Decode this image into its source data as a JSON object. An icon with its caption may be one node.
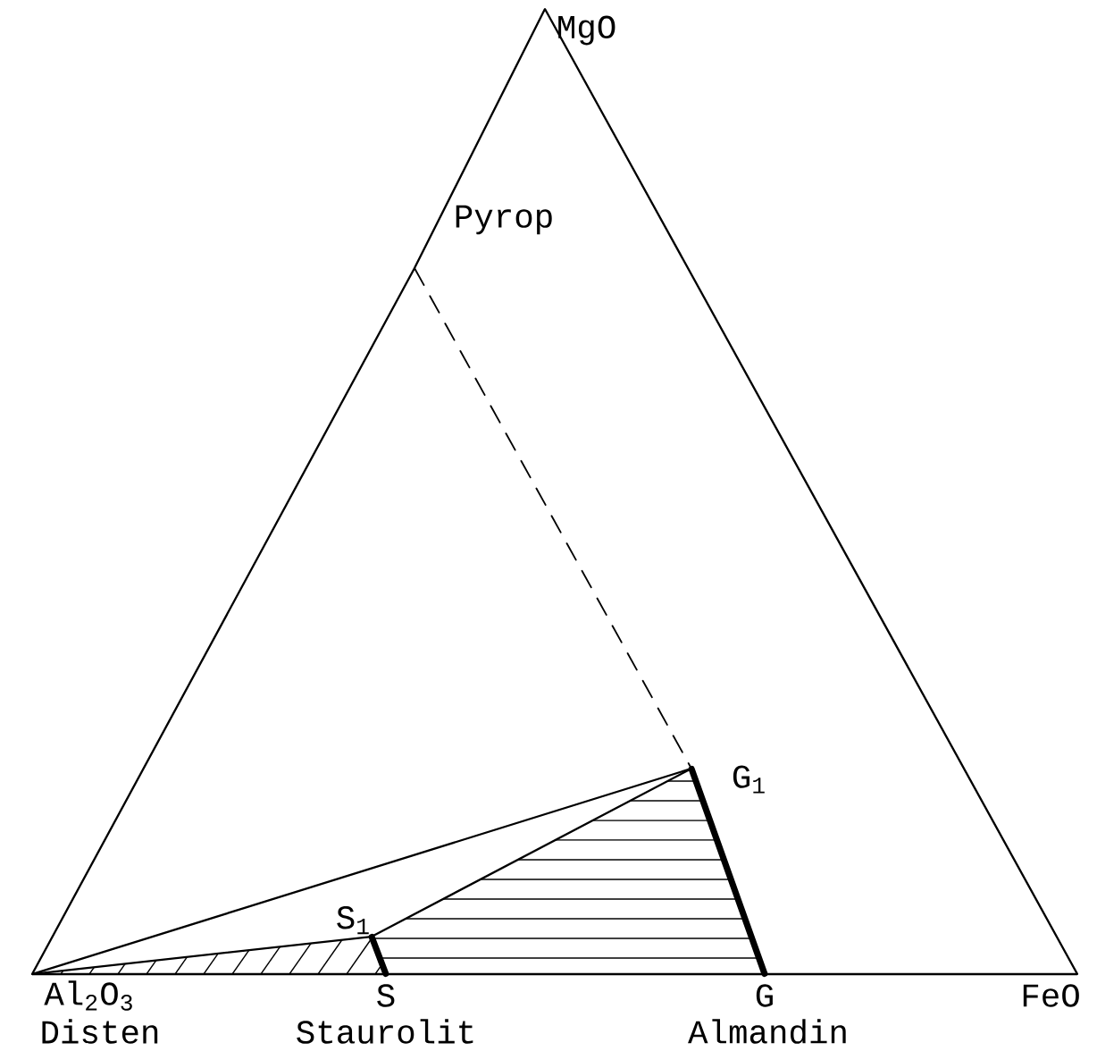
{
  "diagram": {
    "nodes": [
      {
        "text": [
          "MgO"
        ]
      },
      {
        "text": [
          "Pyrop"
        ]
      },
      {
        "text": [
          "G$_{1}$"
        ]
      },
      {
        "text": [
          "S$_{1}$"
        ]
      },
      {
        "text": [
          "Al$_{2}$O$_{3}$",
          "Disten"
        ]
      },
      {
        "text": [
          "S",
          "Staurolit"
        ]
      },
      {
        "text": [
          "G",
          "Almandin"
        ]
      },
      {
        "text": [
          "FeO"
        ]
      }
    ],
    "edges": [
      {
        "from": 4,
        "to": 1,
        "arrow": "none"
      },
      {
        "from": 1,
        "to": 0,
        "arrow": "none"
      },
      {
        "from": 0,
        "to": 7,
        "arrow": "none"
      },
      {
        "from": 4,
        "to": 5,
        "arrow": "none"
      },
      {
        "from": 5,
        "to": 6,
        "arrow": "none"
      },
      {
        "from": 6,
        "to": 7,
        "arrow": "none"
      },
      {
        "from": 1,
        "to": 2,
        "arrow": "none",
        "style": "dashed"
      },
      {
        "from": 4,
        "to": 2,
        "arrow": "none"
      },
      {
        "from": 4,
        "to": 3,
        "arrow": "none"
      },
      {
        "from": 3,
        "to": 2,
        "arrow": "none"
      },
      {
        "from": 3,
        "to": 5,
        "arrow": "none",
        "style": "thick"
      },
      {
        "from": 2,
        "to": 6,
        "arrow": "none",
        "style": "thick"
      }
    ]
  }
}
